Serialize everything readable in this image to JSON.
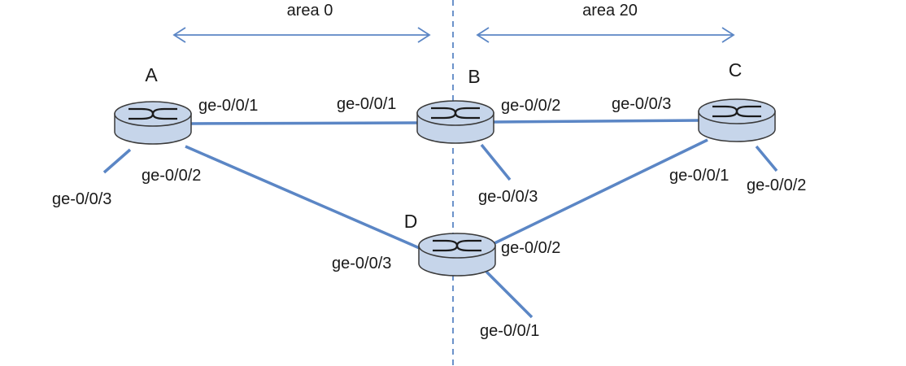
{
  "areas": [
    {
      "id": "area0",
      "label": "area 0"
    },
    {
      "id": "area20",
      "label": "area 20"
    }
  ],
  "routers": [
    {
      "id": "A",
      "label": "A"
    },
    {
      "id": "B",
      "label": "B"
    },
    {
      "id": "C",
      "label": "C"
    },
    {
      "id": "D",
      "label": "D"
    }
  ],
  "interfaces": {
    "a_ge001": "ge-0/0/1",
    "a_ge002": "ge-0/0/2",
    "a_ge003": "ge-0/0/3",
    "b_ge001": "ge-0/0/1",
    "b_ge002": "ge-0/0/2",
    "b_ge003": "ge-0/0/3",
    "c_ge003": "ge-0/0/3",
    "c_ge001": "ge-0/0/1",
    "c_ge002": "ge-0/0/2",
    "d_ge003": "ge-0/0/3",
    "d_ge002": "ge-0/0/2",
    "d_ge001": "ge-0/0/1"
  },
  "colors": {
    "link": "#5b86c5",
    "router_fill": "#c6d5ea",
    "router_stroke": "#3a3a3a",
    "boundary": "#5b86c5",
    "arrow": "#5b86c5"
  }
}
